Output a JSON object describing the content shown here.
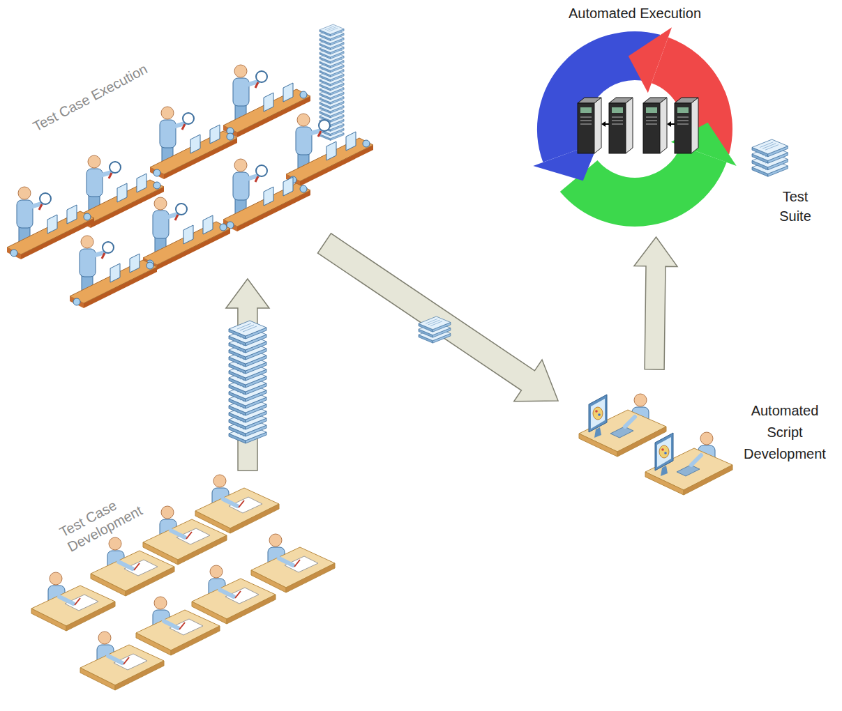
{
  "diagram": {
    "nodes": [
      {
        "text": [
          "Test Case Execution"
        ]
      },
      {
        "text": [
          "Automated Execution"
        ]
      },
      {
        "text": [
          "Automated Script Development"
        ]
      },
      {
        "text": [
          "Test Case Development"
        ]
      }
    ],
    "edges": [
      {
        "from": 3,
        "to": 0,
        "arrow": "to"
      },
      {
        "from": 0,
        "to": 2,
        "arrow": "to"
      },
      {
        "from": 2,
        "to": 1,
        "arrow": "to"
      }
    ],
    "labels": [
      "Test Suite"
    ]
  }
}
